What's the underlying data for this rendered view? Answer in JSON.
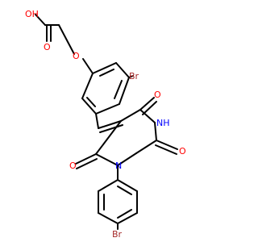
{
  "molecule": {
    "colors": {
      "carbon_bond": "#000000",
      "oxygen": "#ff0000",
      "nitrogen": "#0000ff",
      "bromine": "#a52a2a",
      "background": "#ffffff"
    },
    "atoms": {
      "oh": "OH",
      "o_carbonyl_acid": "O",
      "o_ether": "O",
      "br_aryl_top": "Br",
      "o_upper_right": "O",
      "nh": "NH",
      "o_ring_right": "O",
      "o_ring_left": "O",
      "n_ring": "N",
      "br_bottom": "Br"
    }
  }
}
